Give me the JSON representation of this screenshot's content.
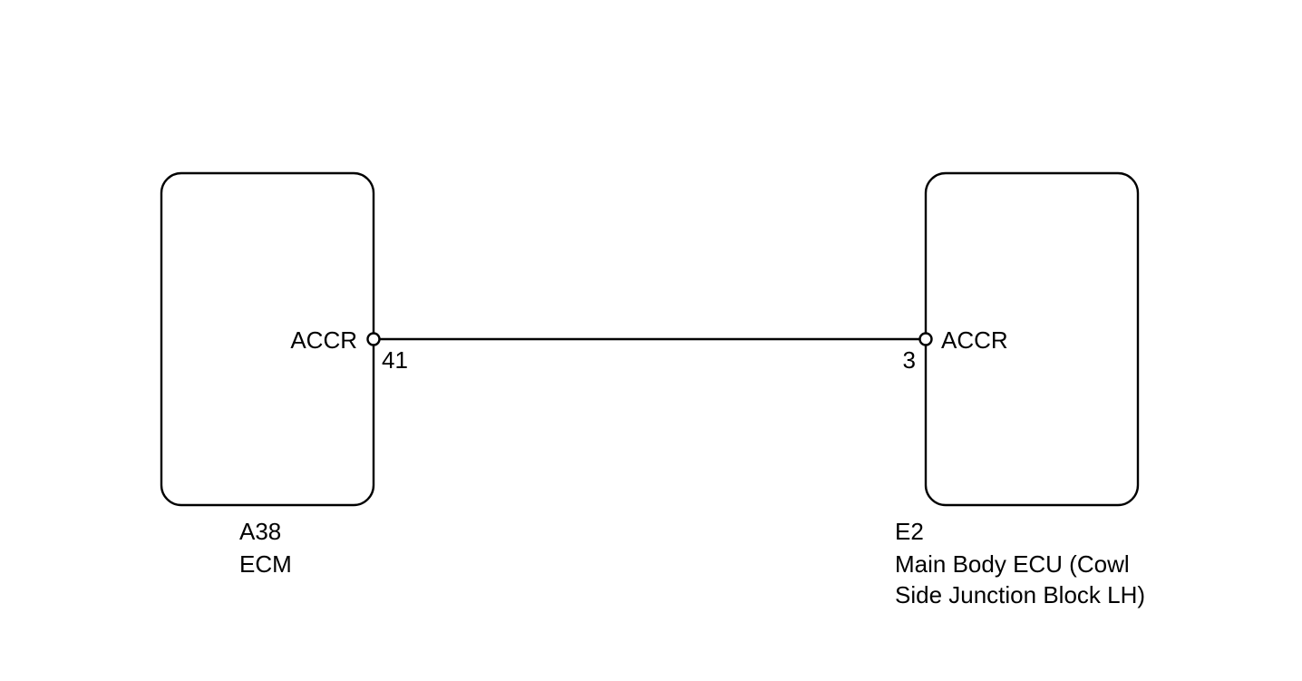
{
  "components": {
    "left": {
      "code": "A38",
      "name_lines": [
        "ECM"
      ],
      "terminal": {
        "signal": "ACCR",
        "pin": "41"
      }
    },
    "right": {
      "code": "E2",
      "name_lines": [
        "Main Body ECU (Cowl",
        "Side Junction Block LH)"
      ],
      "terminal": {
        "signal": "ACCR",
        "pin": "3"
      }
    }
  },
  "colors": {
    "line": "#000000",
    "background": "#ffffff"
  }
}
